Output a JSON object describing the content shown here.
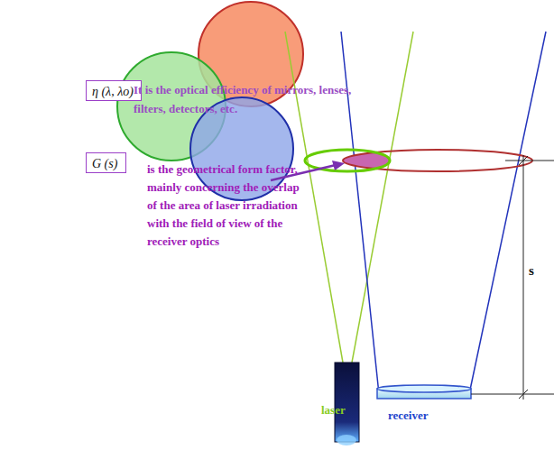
{
  "diagram": {
    "nodes": [
      {
        "text": [
          "η (λ, λo)"
        ]
      },
      {
        "text": [
          "G (s)"
        ]
      }
    ],
    "labels": [
      "It is the optical efficiency of mirrors, lenses, filters, detectors, etc.",
      "is the geometrical form factor, mainly concerning the overlap of the area of laser irradiation with the field of view of the receiver optics",
      "laser",
      "receiver",
      "s"
    ]
  }
}
